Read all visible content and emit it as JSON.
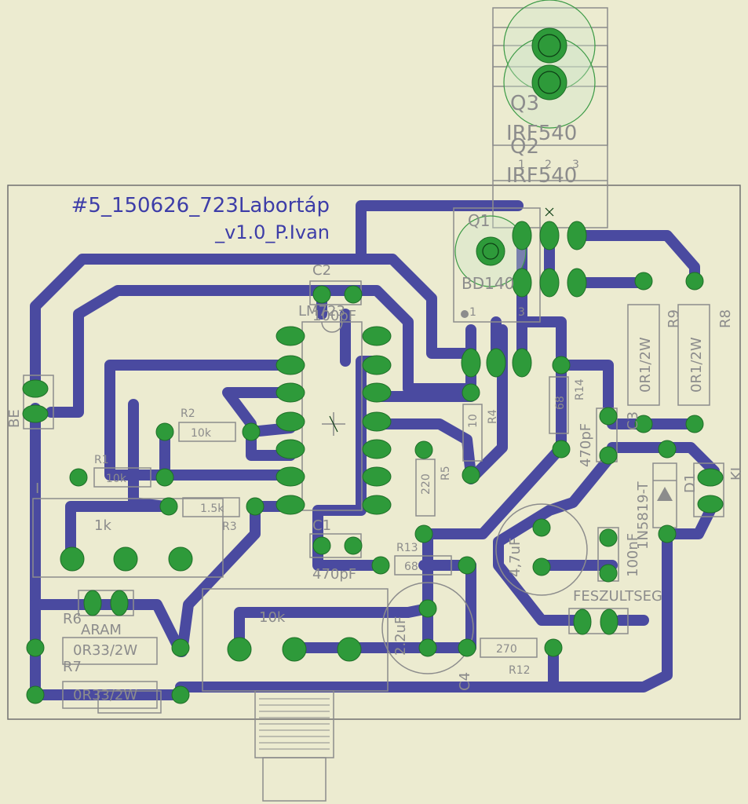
{
  "title_line1": "#5_150626_723Labortáp",
  "title_line2": "_v1.0_P.Ivan",
  "labels": {
    "q3_name": "Q3",
    "q3_val": "IRF540",
    "q2_name": "Q2",
    "q2_val": "IRF540",
    "q2_pin1": "1",
    "q2_pin2": "2",
    "q2_pin3": "3",
    "q1_name": "Q1",
    "q1_val": "BD140",
    "q1_pin1": "1",
    "q1_pin3": "3",
    "c2_name": "C2",
    "c2_val": "100pF",
    "ic_val": "LM723",
    "be": "BE",
    "r2_val": "10k",
    "r2_name": "R2",
    "r1_name": "R1",
    "r1_val": "10k",
    "r3_val": "1.5k",
    "r3_name": "R3",
    "r4_name": "R4",
    "r4_val": "10",
    "r5_name": "R5",
    "r5_val": "220",
    "r14_name": "R14",
    "r14_val": "68",
    "c3_val": "470pF",
    "c3_name": "C3",
    "r9_name": "R9",
    "r9_val": "0R1/2W",
    "r8_name": "R8",
    "r8_val": "0R1/2W",
    "d1_name": "D1",
    "d1_val": "1N5819-T",
    "ki": "KI",
    "c1_name": "C1",
    "c1_val": "470pF",
    "r13_name": "R13",
    "r13_val": "68",
    "c4_val": "2.2uF",
    "c4_name": "C4",
    "c5_val": "4,7uF",
    "c6_val": "100nF",
    "feszultseg": "FESZULTSEG",
    "r12_val": "270",
    "r12_name": "R12",
    "pot_i": "I",
    "pot1_val": "1k",
    "pot2_val": "10k",
    "aram": "ARAM",
    "r6_name": "R6",
    "r6_val": "0R33/2W",
    "r7_name": "R7",
    "r7_val": "0R33/2W"
  }
}
